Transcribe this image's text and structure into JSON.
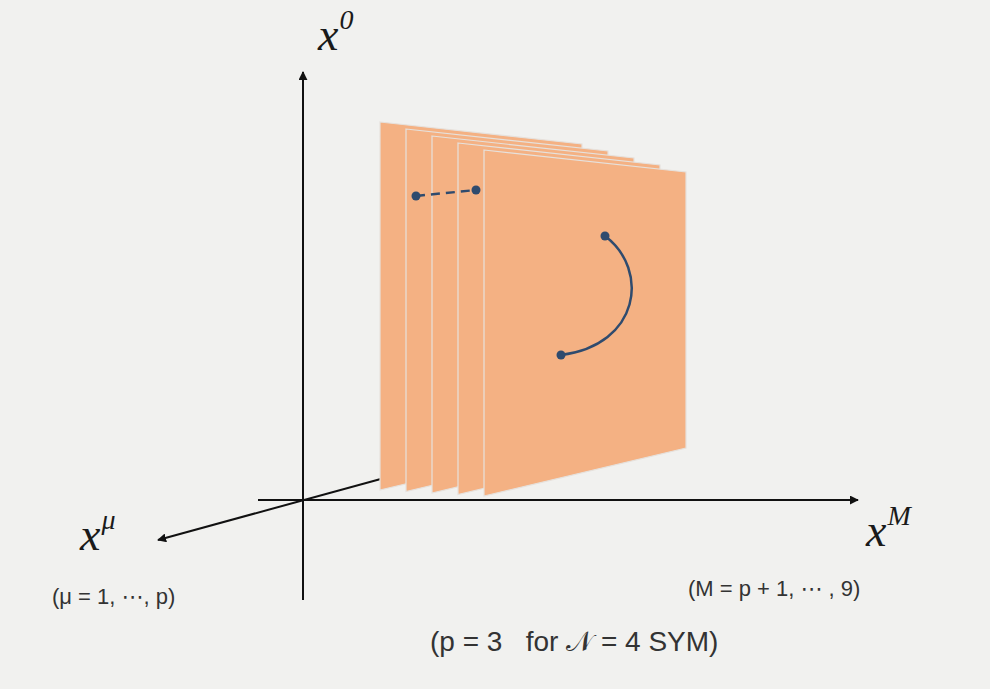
{
  "diagram": {
    "labels": [
      "x",
      "0",
      "x",
      "μ",
      "x",
      "M",
      "(μ = 1, ⋯, p)",
      "(M = p + 1, ⋯ , 9)",
      "(p = 3   for 𝒩 = 4 SYM)"
    ]
  }
}
